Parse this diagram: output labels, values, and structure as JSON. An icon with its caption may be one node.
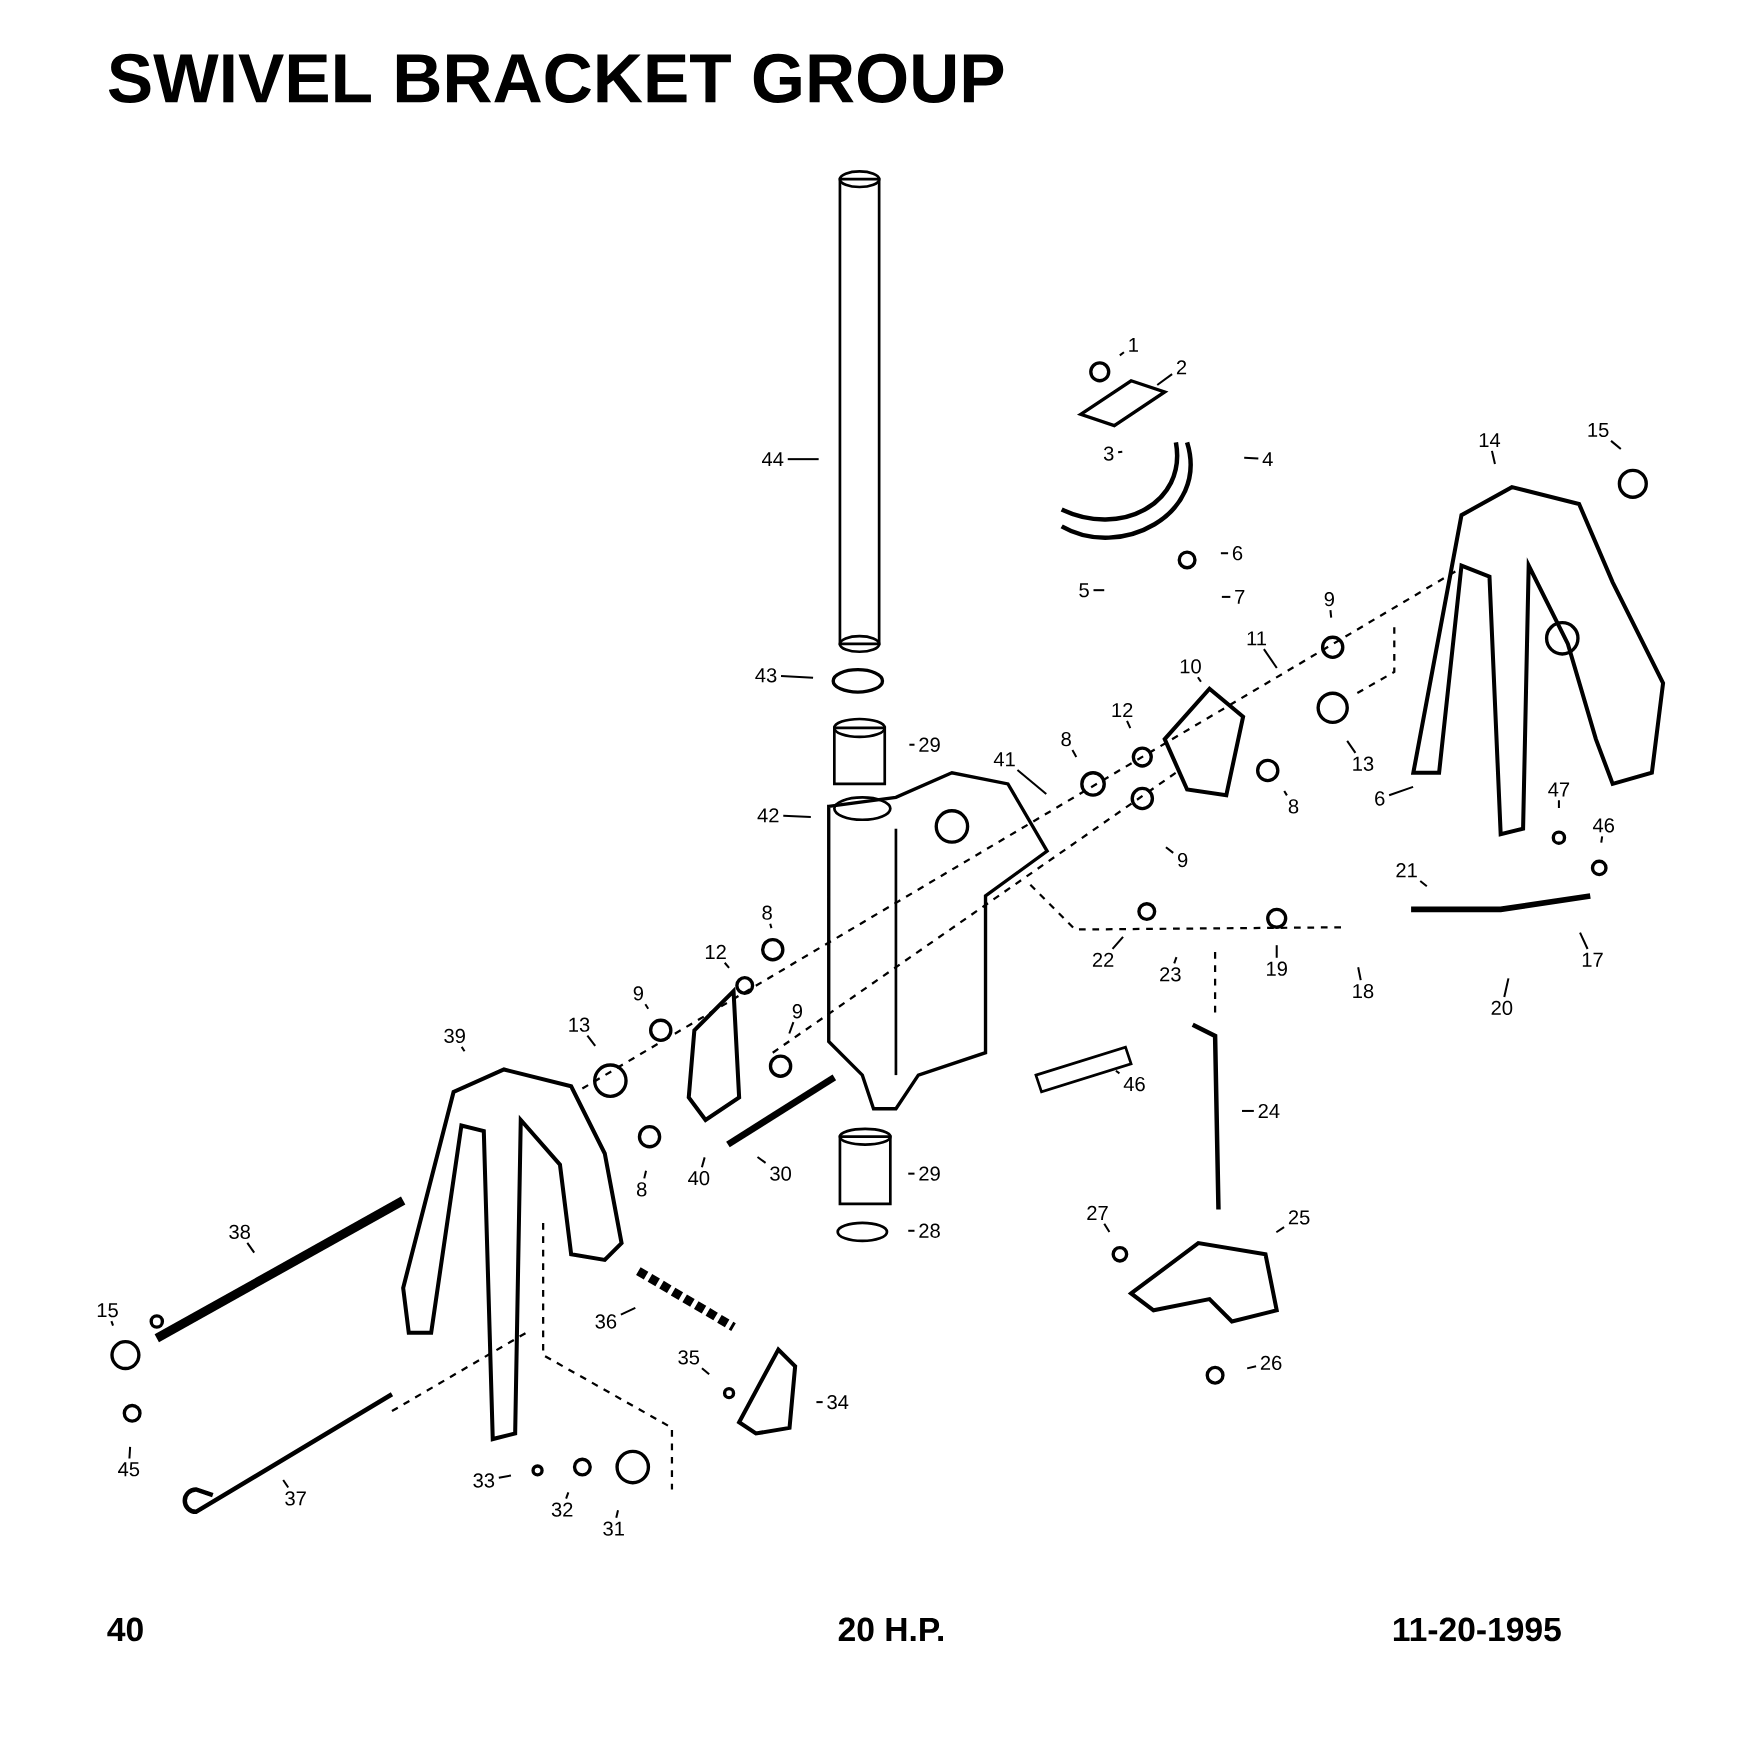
{
  "diagram": {
    "title": "SWIVEL BRACKET GROUP",
    "nodes": [
      {
        "text": [
          "1"
        ]
      },
      {
        "text": [
          "2"
        ]
      },
      {
        "text": [
          "3"
        ]
      },
      {
        "text": [
          "4"
        ]
      },
      {
        "text": [
          "44"
        ]
      },
      {
        "text": [
          "15"
        ]
      },
      {
        "text": [
          "14"
        ]
      },
      {
        "text": [
          "6"
        ]
      },
      {
        "text": [
          "5"
        ]
      },
      {
        "text": [
          "7"
        ]
      },
      {
        "text": [
          "9"
        ]
      },
      {
        "text": [
          "11"
        ]
      },
      {
        "text": [
          "10"
        ]
      },
      {
        "text": [
          "43"
        ]
      },
      {
        "text": [
          "12"
        ]
      },
      {
        "text": [
          "8"
        ]
      },
      {
        "text": [
          "13"
        ]
      },
      {
        "text": [
          "29"
        ]
      },
      {
        "text": [
          "41"
        ]
      },
      {
        "text": [
          "8"
        ]
      },
      {
        "text": [
          "6"
        ]
      },
      {
        "text": [
          "47"
        ]
      },
      {
        "text": [
          "46"
        ]
      },
      {
        "text": [
          "42"
        ]
      },
      {
        "text": [
          "9"
        ]
      },
      {
        "text": [
          "21"
        ]
      },
      {
        "text": [
          "22"
        ]
      },
      {
        "text": [
          "23"
        ]
      },
      {
        "text": [
          "19"
        ]
      },
      {
        "text": [
          "18"
        ]
      },
      {
        "text": [
          "17"
        ]
      },
      {
        "text": [
          "20"
        ]
      },
      {
        "text": [
          "8"
        ]
      },
      {
        "text": [
          "12"
        ]
      },
      {
        "text": [
          "9"
        ]
      },
      {
        "text": [
          "9"
        ]
      },
      {
        "text": [
          "13"
        ]
      },
      {
        "text": [
          "39"
        ]
      },
      {
        "text": [
          "46"
        ]
      },
      {
        "text": [
          "24"
        ]
      },
      {
        "text": [
          "30"
        ]
      },
      {
        "text": [
          "29"
        ]
      },
      {
        "text": [
          "8"
        ]
      },
      {
        "text": [
          "40"
        ]
      },
      {
        "text": [
          "38"
        ]
      },
      {
        "text": [
          "28"
        ]
      },
      {
        "text": [
          "27"
        ]
      },
      {
        "text": [
          "25"
        ]
      },
      {
        "text": [
          "36"
        ]
      },
      {
        "text": [
          "15"
        ]
      },
      {
        "text": [
          "26"
        ]
      },
      {
        "text": [
          "35"
        ]
      },
      {
        "text": [
          "34"
        ]
      },
      {
        "text": [
          "45"
        ]
      },
      {
        "text": [
          "37"
        ]
      },
      {
        "text": [
          "33"
        ]
      },
      {
        "text": [
          "32"
        ]
      },
      {
        "text": [
          "31"
        ]
      }
    ],
    "edges": [
      {
        "from": 0,
        "to": null,
        "arrow": "none"
      },
      {
        "from": 1,
        "to": null,
        "arrow": "none"
      },
      {
        "from": 2,
        "to": null,
        "arrow": "none"
      },
      {
        "from": 3,
        "to": null,
        "arrow": "none"
      },
      {
        "from": 4,
        "to": null,
        "arrow": "none"
      },
      {
        "from": 5,
        "to": null,
        "arrow": "none"
      },
      {
        "from": 6,
        "to": null,
        "arrow": "none"
      },
      {
        "from": 7,
        "to": null,
        "arrow": "none"
      },
      {
        "from": 8,
        "to": null,
        "arrow": "none"
      },
      {
        "from": 9,
        "to": null,
        "arrow": "none"
      },
      {
        "from": 10,
        "to": null,
        "arrow": "none"
      },
      {
        "from": 11,
        "to": null,
        "arrow": "none"
      },
      {
        "from": 12,
        "to": null,
        "arrow": "none"
      },
      {
        "from": 13,
        "to": null,
        "arrow": "none"
      },
      {
        "from": 14,
        "to": null,
        "arrow": "none"
      },
      {
        "from": 15,
        "to": null,
        "arrow": "none"
      },
      {
        "from": 16,
        "to": null,
        "arrow": "none"
      },
      {
        "from": 17,
        "to": null,
        "arrow": "none"
      },
      {
        "from": 18,
        "to": null,
        "arrow": "none"
      },
      {
        "from": 19,
        "to": null,
        "arrow": "none"
      },
      {
        "from": 20,
        "to": null,
        "arrow": "none"
      },
      {
        "from": 21,
        "to": null,
        "arrow": "none"
      },
      {
        "from": 22,
        "to": null,
        "arrow": "none"
      },
      {
        "from": 23,
        "to": null,
        "arrow": "none"
      },
      {
        "from": 24,
        "to": null,
        "arrow": "none"
      },
      {
        "from": 25,
        "to": null,
        "arrow": "none"
      },
      {
        "from": 26,
        "to": null,
        "arrow": "none"
      },
      {
        "from": 27,
        "to": null,
        "arrow": "none"
      },
      {
        "from": 28,
        "to": null,
        "arrow": "none"
      },
      {
        "from": 29,
        "to": null,
        "arrow": "none"
      },
      {
        "from": 30,
        "to": null,
        "arrow": "none"
      },
      {
        "from": 31,
        "to": null,
        "arrow": "none"
      },
      {
        "from": 32,
        "to": null,
        "arrow": "none"
      },
      {
        "from": 33,
        "to": null,
        "arrow": "none"
      },
      {
        "from": 34,
        "to": null,
        "arrow": "none"
      },
      {
        "from": 35,
        "to": null,
        "arrow": "none"
      },
      {
        "from": 36,
        "to": null,
        "arrow": "none"
      },
      {
        "from": 37,
        "to": null,
        "arrow": "none"
      },
      {
        "from": 38,
        "to": null,
        "arrow": "none"
      },
      {
        "from": 39,
        "to": null,
        "arrow": "none"
      },
      {
        "from": 40,
        "to": null,
        "arrow": "none"
      },
      {
        "from": 41,
        "to": null,
        "arrow": "none"
      },
      {
        "from": 42,
        "to": null,
        "arrow": "none"
      },
      {
        "from": 43,
        "to": null,
        "arrow": "none"
      },
      {
        "from": 44,
        "to": null,
        "arrow": "none"
      },
      {
        "from": 45,
        "to": null,
        "arrow": "none"
      },
      {
        "from": 46,
        "to": null,
        "arrow": "none"
      },
      {
        "from": 47,
        "to": null,
        "arrow": "none"
      },
      {
        "from": 48,
        "to": null,
        "arrow": "none"
      },
      {
        "from": 49,
        "to": null,
        "arrow": "none"
      },
      {
        "from": 50,
        "to": null,
        "arrow": "none"
      },
      {
        "from": 51,
        "to": null,
        "arrow": "none"
      },
      {
        "from": 52,
        "to": null,
        "arrow": "none"
      },
      {
        "from": 53,
        "to": null,
        "arrow": "none"
      },
      {
        "from": 54,
        "to": null,
        "arrow": "none"
      },
      {
        "from": 55,
        "to": null,
        "arrow": "none"
      },
      {
        "from": 56,
        "to": null,
        "arrow": "none"
      },
      {
        "from": 57,
        "to": null,
        "arrow": "none"
      }
    ],
    "labels": [
      "40",
      "20 H.P.",
      "11-20-1995"
    ]
  }
}
